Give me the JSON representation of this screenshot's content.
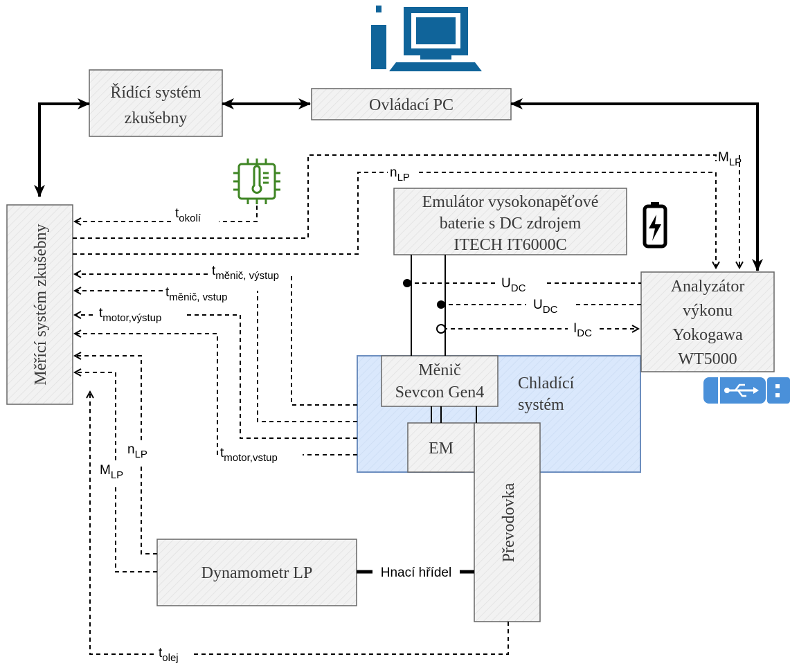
{
  "boxes": {
    "ridici_line1": "Řídící systém",
    "ridici_line2": "zkušebny",
    "ovladaci_pc": "Ovládací PC",
    "merici": "Měřící systém zkušebny",
    "emulator_line1": "Emulátor vysokonapěťové",
    "emulator_line2": "baterie s DC zdrojem",
    "emulator_line3": "ITECH IT6000C",
    "analyzator_line1": "Analyzátor",
    "analyzator_line2": "výkonu",
    "analyzator_line3": "Yokogawa",
    "analyzator_line4": "WT5000",
    "menic_line1": "Měnič",
    "menic_line2": "Sevcon Gen4",
    "chladici_line1": "Chladící",
    "chladici_line2": "systém",
    "em": "EM",
    "prevodovka": "Převodovka",
    "dynamometr": "Dynamometr LP"
  },
  "signals": {
    "m_lp_top": {
      "base": "M",
      "sub": "LP"
    },
    "n_lp_top": {
      "base": "n",
      "sub": "LP"
    },
    "t_okoli": {
      "base": "t",
      "sub": "okolí"
    },
    "t_menic_vystup": {
      "base": "t",
      "sub": "měnič, výstup"
    },
    "t_menic_vstup": {
      "base": "t",
      "sub": "měnič, vstup"
    },
    "t_motor_vystup": {
      "base": "t",
      "sub": "motor,výstup"
    },
    "t_motor_vstup": {
      "base": "t",
      "sub": "motor,vstup"
    },
    "u_dc_1": {
      "base": "U",
      "sub": "DC"
    },
    "u_dc_2": {
      "base": "U",
      "sub": "DC"
    },
    "i_dc": {
      "base": "I",
      "sub": "DC"
    },
    "n_lp_left": {
      "base": "n",
      "sub": "LP"
    },
    "m_lp_left": {
      "base": "M",
      "sub": "LP"
    },
    "t_olej": {
      "base": "t",
      "sub": "olej"
    }
  },
  "labels": {
    "hnaci_hridel": "Hnací hřídel"
  },
  "colors": {
    "box_fill": "#f2f2f2",
    "box_stroke": "#666666",
    "cooling_fill": "#dae8fc",
    "cooling_stroke": "#6c8ebf",
    "pc_icon": "#10649a",
    "sensor_icon": "#3f8624",
    "usb_icon": "#4a90d9"
  },
  "icons": {
    "pc": "desktop-computer-icon",
    "sensor": "temperature-sensor-chip-icon",
    "battery": "battery-charging-icon",
    "usb": "usb-connector-icon"
  }
}
